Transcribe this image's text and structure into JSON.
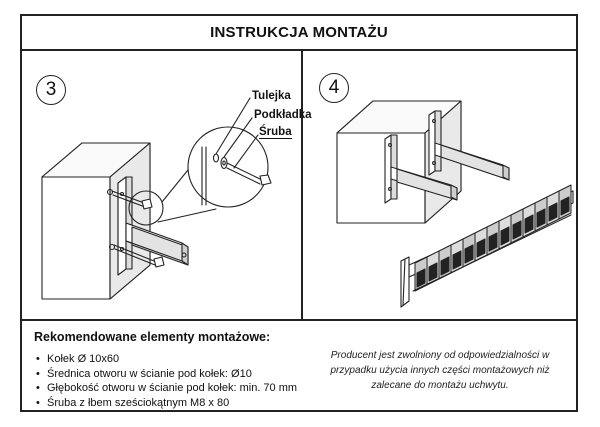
{
  "header": {
    "title": "INSTRUKCJA MONTAŻU"
  },
  "steps": [
    {
      "number": "3",
      "labels": {
        "tulejka": "Tulejka",
        "podkladka": "Podkładka",
        "sruba": "Śruba"
      }
    },
    {
      "number": "4"
    }
  ],
  "recommended": {
    "title": "Rekomendowane elementy montażowe:",
    "items": [
      "Kołek Ø 10x60",
      "Średnica otworu w ścianie pod kołek: Ø10",
      "Głębokość otworu w ścianie pod kołek: min. 70 mm",
      "Śruba z łbem sześciokątnym M8 x 80"
    ]
  },
  "disclaimer": "Producent jest zwolniony od odpowiedzialności w przypadku użycia innych części montażowych niż zalecane do montażu uchwytu.",
  "colors": {
    "line": "#222222",
    "background": "#ffffff"
  }
}
